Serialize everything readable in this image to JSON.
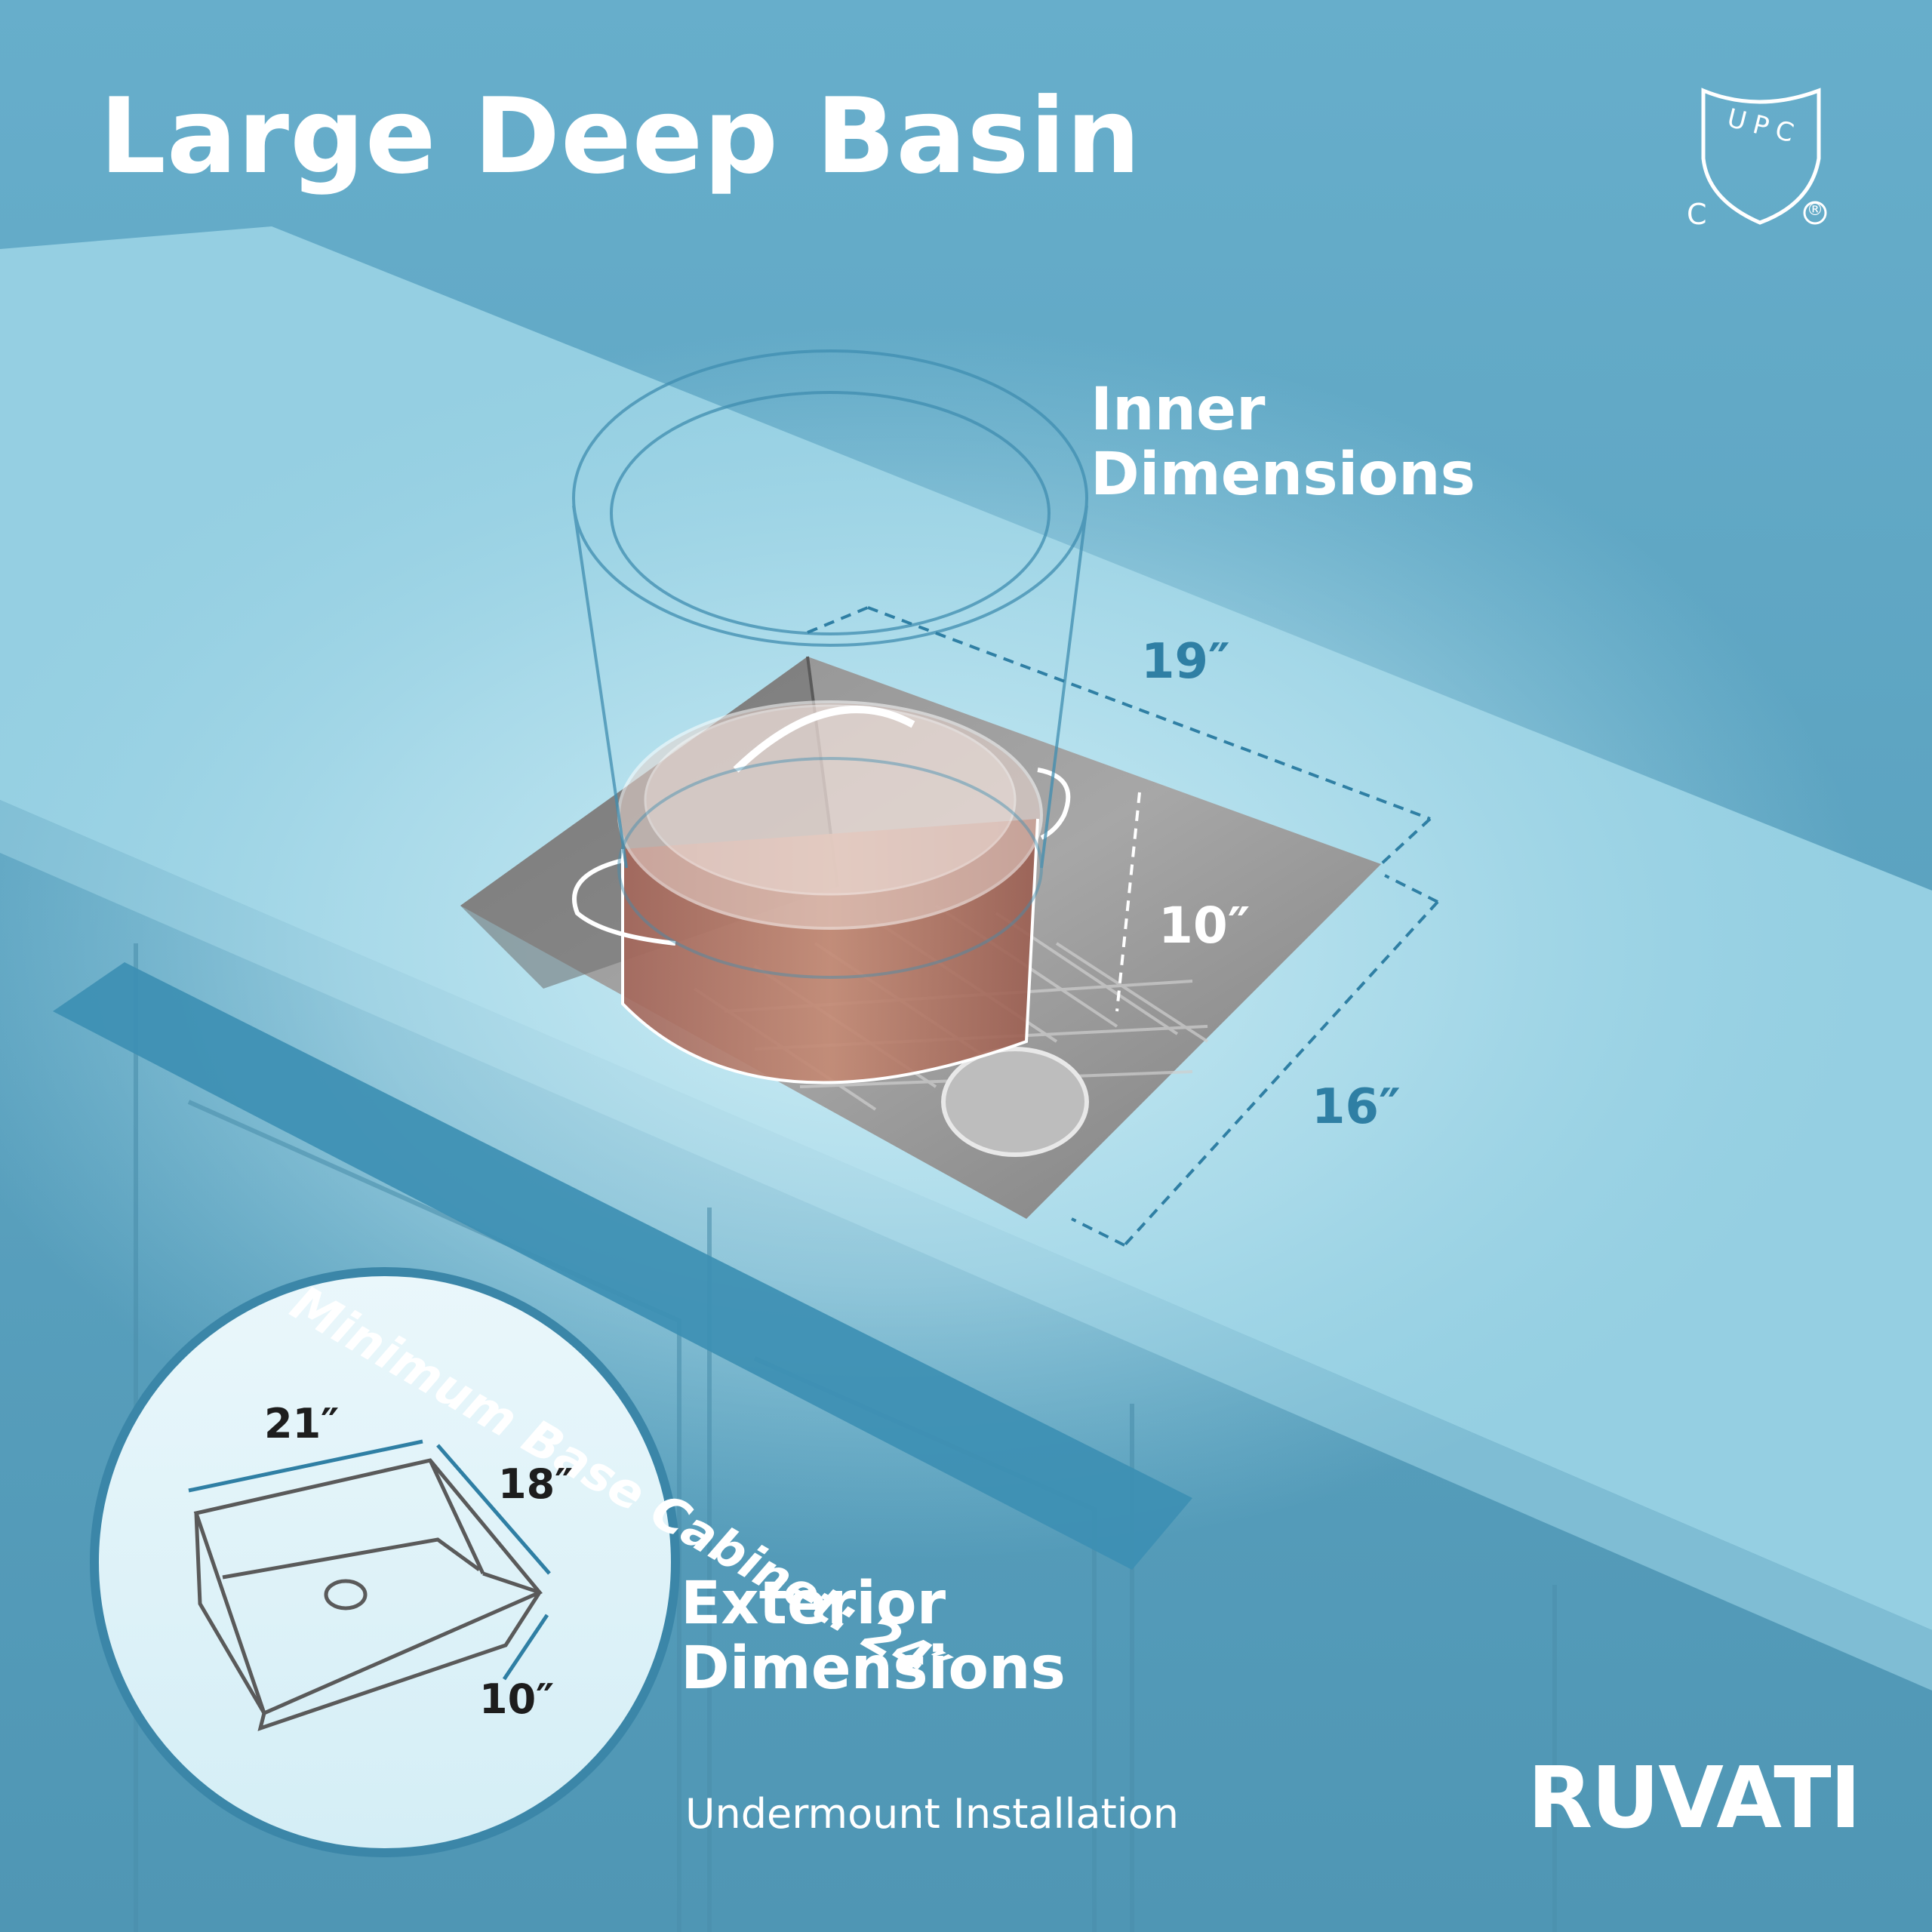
{
  "title": "Large Deep Basin",
  "inner": {
    "line1": "Inner",
    "line2": "Dimensions",
    "length": "19″",
    "depth": "10″",
    "width": "16″"
  },
  "cabinet": "Minimum Base Cabinet: 24″",
  "exterior": {
    "line1": "Exterior",
    "line2": "Dimensions",
    "length": "21″",
    "width": "18″",
    "depth": "10″"
  },
  "installation": "Undermount Installation",
  "certification": {
    "letters": "UPC",
    "left_mark": "C",
    "right_mark": "®"
  },
  "brand": {
    "name": "RUVATI",
    "reg": "®"
  },
  "colors": {
    "background": "#5fa7c4",
    "countertop": "#9fd6e6",
    "accent": "#2f7fa4",
    "copper": "#b87964"
  }
}
